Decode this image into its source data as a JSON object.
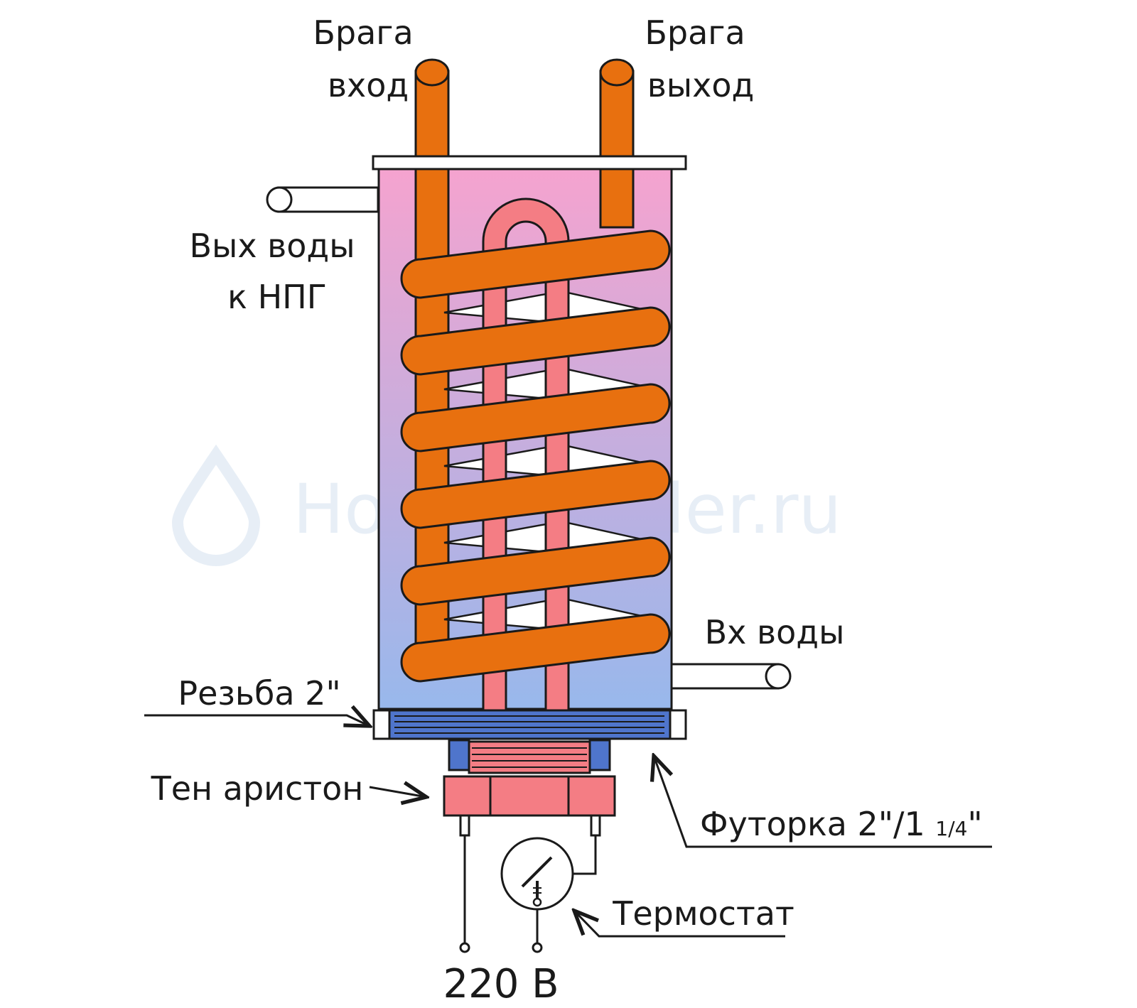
{
  "labels": {
    "braga_in_1": "Брага",
    "braga_in_2": "вход",
    "braga_out_1": "Брага",
    "braga_out_2": "выход",
    "water_out_1": "Вых воды",
    "water_out_2": "к НПГ",
    "water_in": "Вх воды",
    "thread": "Резьба 2\"",
    "heater": "Тен аристон",
    "bushing_main": "Футорка 2\"/1 ",
    "bushing_frac": "1/4",
    "bushing_end": "\"",
    "thermostat": "Термостат",
    "voltage": "220 В"
  },
  "watermark": "HomeDistiller.ru",
  "colors": {
    "coil": "#e8700f",
    "heater_pink": "#f47d84",
    "tank_top": "#f5a3cf",
    "tank_bottom": "#98b8ec",
    "thread_blue": "#4f75cc",
    "outline": "#1a1a1a"
  }
}
